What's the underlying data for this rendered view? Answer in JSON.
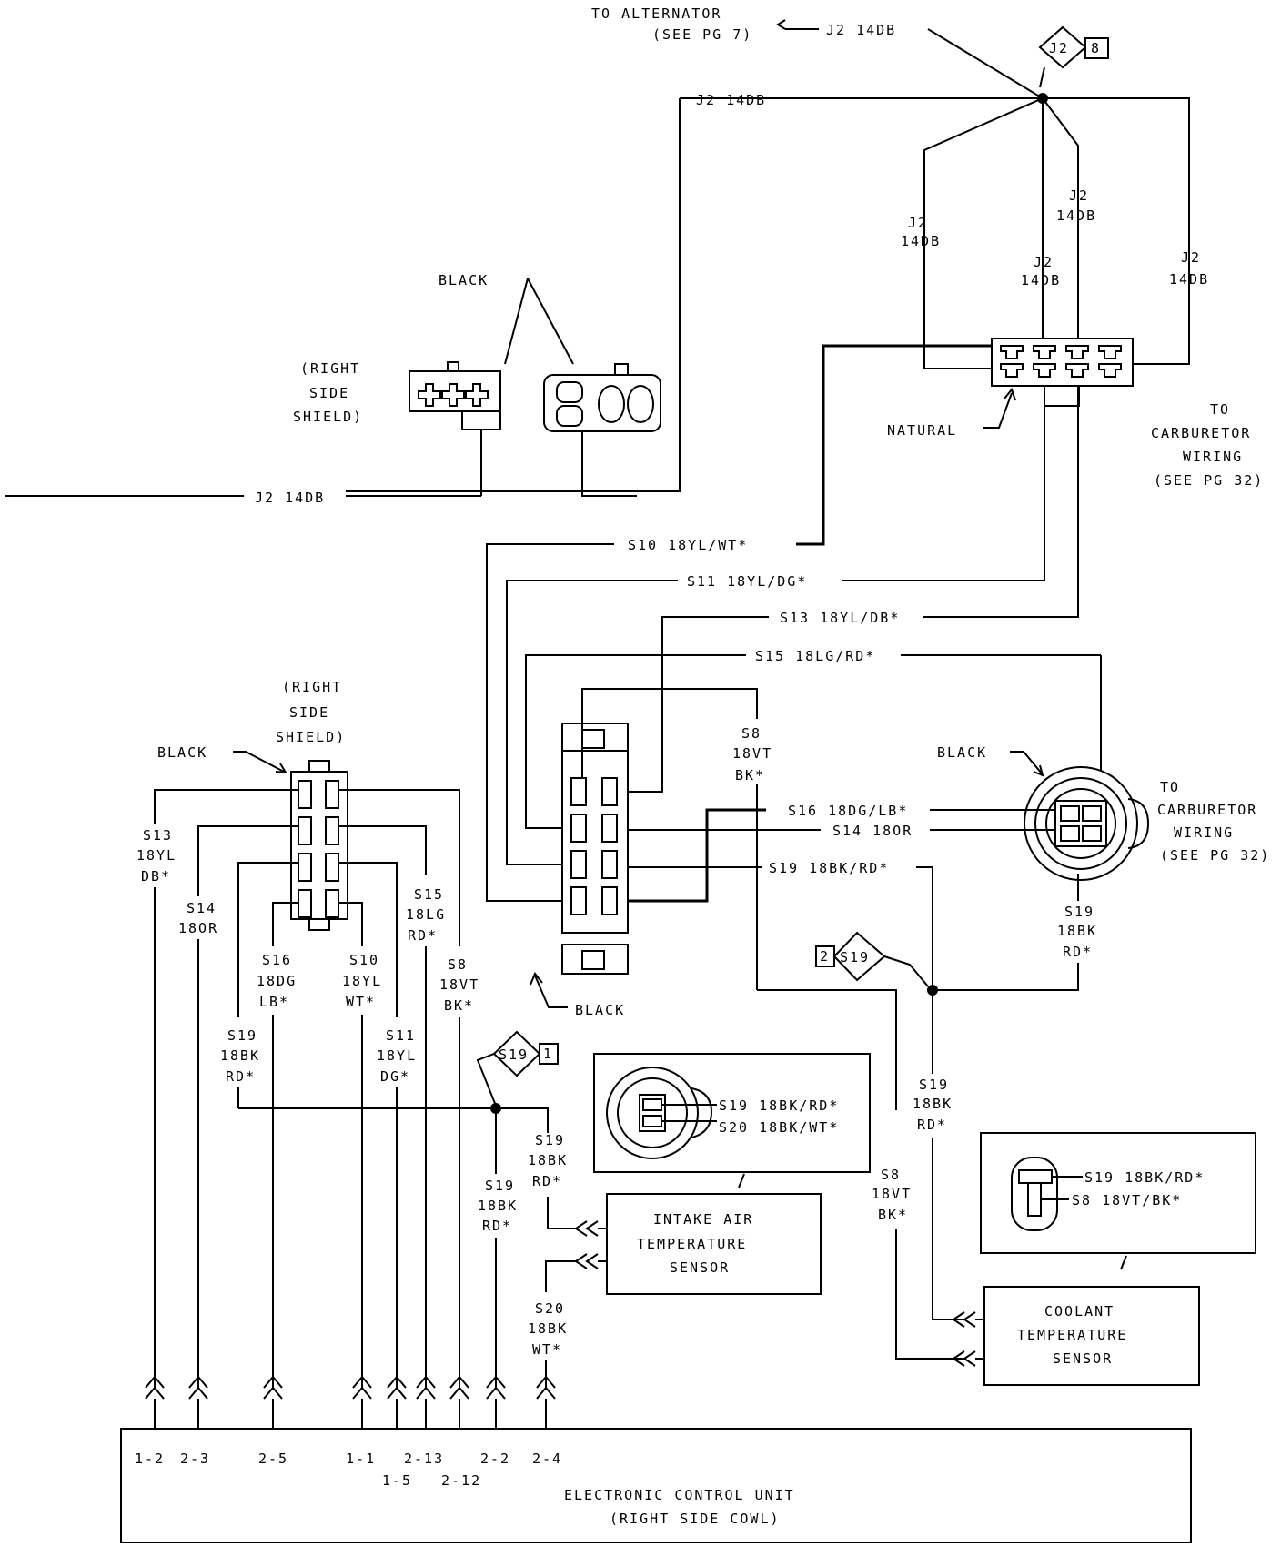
{
  "top": {
    "to_alternator": "TO ALTERNATOR",
    "see_pg7": "(SEE PG 7)",
    "j2_14db": "J2 14DB",
    "j2": "J2",
    "conn_ref_num": "8",
    "fourteen_db": "14DB"
  },
  "connectors": {
    "black": "BLACK",
    "natural": "NATURAL",
    "right_side_shield_lines": [
      "(RIGHT",
      "SIDE",
      "SHIELD)"
    ]
  },
  "carb": {
    "to": "TO",
    "carburetor": "CARBURETOR",
    "wiring": "WIRING",
    "see_pg32": "(SEE PG 32)"
  },
  "wires_right": {
    "s10": "S10 18YL/WT*",
    "s11": "S11 18YL/DG*",
    "s13": "S13 18YL/DB*",
    "s15": "S15 18LG/RD*",
    "s16": "S16 18DG/LB*",
    "s14": "S14 18OR",
    "s19": "S19 18BK/RD*",
    "s20": "S20 18BK/WT*",
    "s8": "S8 18VT/BK*"
  },
  "wire_ids": {
    "s8": "S8",
    "s10": "S10",
    "s11": "S11",
    "s13": "S13",
    "s14": "S14",
    "s15": "S15",
    "s16": "S16",
    "s19": "S19",
    "s20": "S20"
  },
  "gauges": {
    "g18bk": "18BK",
    "g18vt": "18VT",
    "g18yl": "18YL",
    "g18lg": "18LG",
    "g18dg": "18DG",
    "g18or": "18OR"
  },
  "colors": {
    "rd": "RD*",
    "bk": "BK*",
    "wt": "WT*",
    "wt_alt": "WT*",
    "db": "DB*",
    "lb": "LB*",
    "dg": "DG*"
  },
  "splice": {
    "s19": "S19",
    "left_num": "1",
    "right_num": "2"
  },
  "sensors": {
    "intake_lines": [
      "INTAKE AIR",
      "TEMPERATURE",
      "SENSOR"
    ],
    "coolant_lines": [
      "COOLANT",
      "TEMPERATURE",
      "SENSOR"
    ]
  },
  "ecu": {
    "title": "ELECTRONIC CONTROL UNIT",
    "subtitle": "(RIGHT SIDE COWL)",
    "pins": [
      "1-2",
      "2-3",
      "2-5",
      "1-1",
      "2-13",
      "2-2",
      "2-4"
    ],
    "pins_lower": [
      "1-5",
      "2-12"
    ]
  }
}
